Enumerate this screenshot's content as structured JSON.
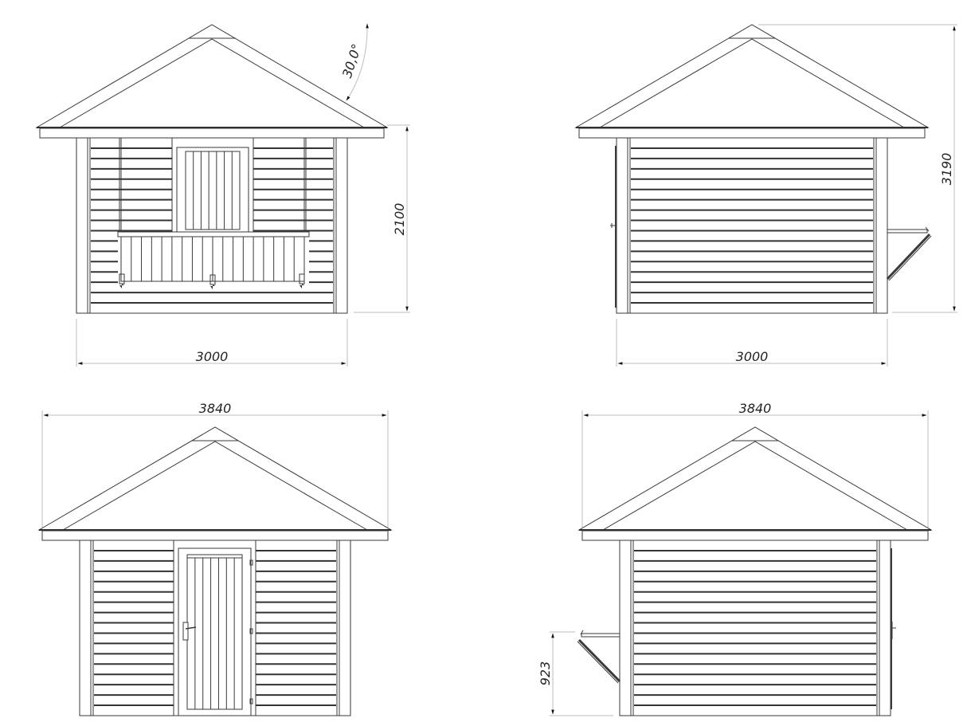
{
  "drawing": {
    "type": "architectural elevations",
    "colors": {
      "line": "#3a3a3a",
      "dimension_line": "#bdbdbd",
      "text": "#222222",
      "background": "#ffffff"
    },
    "views": [
      {
        "id": "front-serving-window",
        "position": "top-left",
        "features": [
          "hip roof",
          "horizontal cladding",
          "serving window with vertical-board shutter",
          "fold-down counter with three brackets"
        ],
        "dimensions": {
          "width": "3000",
          "wall_height": "2100",
          "roof_angle": "30,0°"
        }
      },
      {
        "id": "side-right-with-counter",
        "position": "top-right",
        "features": [
          "hip roof",
          "horizontal cladding",
          "counter bracket on right side",
          "door edge on left"
        ],
        "dimensions": {
          "width": "3000",
          "total_height": "3190"
        }
      },
      {
        "id": "rear-with-door",
        "position": "bottom-left",
        "features": [
          "hip roof",
          "horizontal cladding",
          "vertical-board door with handle and hinges"
        ],
        "dimensions": {
          "roof_width": "3840"
        }
      },
      {
        "id": "side-left-with-counter",
        "position": "bottom-right",
        "features": [
          "hip roof",
          "horizontal cladding",
          "counter bracket on left side",
          "door edge on right"
        ],
        "dimensions": {
          "roof_width": "3840",
          "counter_height": "923"
        }
      }
    ]
  },
  "labels": {
    "tl_width": "3000",
    "tl_height": "2100",
    "tl_angle": "30,0°",
    "tr_width": "3000",
    "tr_height": "3190",
    "bl_roof_width": "3840",
    "br_roof_width": "3840",
    "br_counter_height": "923"
  }
}
